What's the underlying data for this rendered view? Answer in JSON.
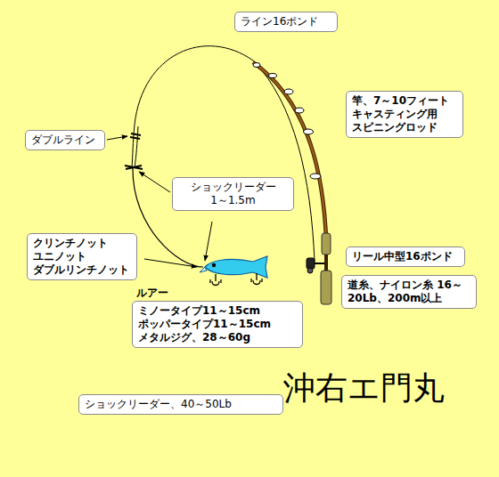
{
  "diagram": {
    "nodes": [
      {
        "text": [
          "ライン16ポンド"
        ]
      },
      {
        "text": [
          "竿、7～10フィート キャスティング用 スピニングロッド"
        ]
      },
      {
        "text": [
          "ダブルライン"
        ]
      },
      {
        "text": [
          "ショックリーダー 1～1.5m"
        ]
      },
      {
        "text": [
          "クリンチノット ユニノット ダブルリンチノット"
        ]
      },
      {
        "text": [
          "リール中型16ポンド"
        ]
      },
      {
        "text": [
          "ルアー",
          "ミノータイプ11～15cm ポッパータイプ11～15cm メタルジグ、28～60g"
        ]
      },
      {
        "text": [
          "道糸、ナイロン糸 16～20Lb、200m以上"
        ]
      },
      {
        "text": [
          "ショックリーダー、40～50Lb"
        ]
      }
    ],
    "labels": [
      "沖右エ門丸"
    ]
  }
}
